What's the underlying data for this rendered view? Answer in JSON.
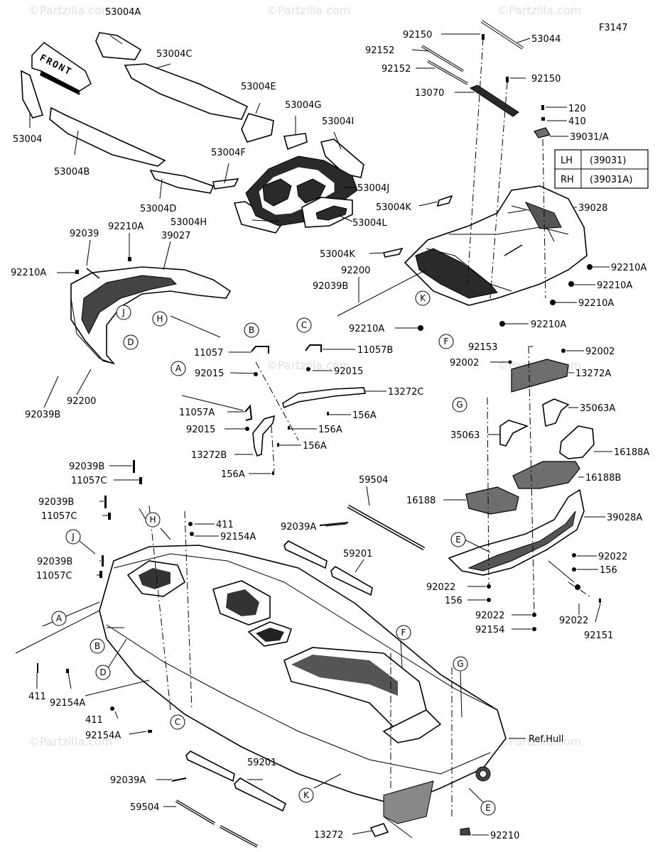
{
  "figure_code": "F3147",
  "front_arrow": "FRONT",
  "watermark": "©Partzilla.com",
  "side_table": {
    "rows": [
      {
        "side": "LH",
        "part": "(39031)"
      },
      {
        "side": "RH",
        "part": "(39031A)"
      }
    ]
  },
  "ref_hull": "Ref.Hull",
  "labels": {
    "p53004A": "53004A",
    "p53004C": "53004C",
    "p53004": "53004",
    "p53004B": "53004B",
    "p53004E": "53004E",
    "p53004G": "53004G",
    "p53004I": "53004I",
    "p53004F": "53004F",
    "p53004D": "53004D",
    "p53004J": "53004J",
    "p53004H": "53004H",
    "p53004L": "53004L",
    "p53004K_a": "53004K",
    "p53004K_b": "53004K",
    "p92150_a": "92150",
    "p53044": "53044",
    "p92152_a": "92152",
    "p92152_b": "92152",
    "p92150_b": "92150",
    "p13070": "13070",
    "p120": "120",
    "p410": "410",
    "p39031A": "39031/A",
    "p39028": "39028",
    "p92210A_r1": "92210A",
    "p92210A_r2": "92210A",
    "p92210A_r3": "92210A",
    "p92210A_r4": "92210A",
    "p92210A_c": "92210A",
    "p92200_c": "92200",
    "p92039B_c": "92039B",
    "p92039": "92039",
    "p92210A_l1": "92210A",
    "p39027": "39027",
    "p92210A_l2": "92210A",
    "p92200_l": "92200",
    "p92039B_l": "92039B",
    "p11057": "11057",
    "p92015_a": "92015",
    "p11057B": "11057B",
    "p92015_b": "92015",
    "p13272C": "13272C",
    "p11057A": "11057A",
    "p92015_c": "92015",
    "p156A_a": "156A",
    "p156A_b": "156A",
    "p13272B": "13272B",
    "p156A_c": "156A",
    "p156A_d": "156A",
    "p92153": "92153",
    "p92002_a": "92002",
    "p92002_b": "92002",
    "p13272A": "13272A",
    "p35063A": "35063A",
    "p35063": "35063",
    "p16188A": "16188A",
    "p16188B": "16188B",
    "p16188": "16188",
    "p39028A": "39028A",
    "p92022_a": "92022",
    "p156_a": "156",
    "p92022_b": "92022",
    "p156_b": "156",
    "p92022_c": "92022",
    "p92154": "92154",
    "p92022_d": "92022",
    "p92151": "92151",
    "p59504_t": "59504",
    "p92039A_t": "92039A",
    "p59201_t": "59201",
    "p92039B_h1": "92039B",
    "p11057C_h1": "11057C",
    "p92039B_h2": "92039B",
    "p11057C_h2": "11057C",
    "p411_a": "411",
    "p92154A_a": "92154A",
    "p92039B_h3": "92039B",
    "p11057C_h3": "11057C",
    "p411_b": "411",
    "p92154A_b": "92154A",
    "p411_c": "411",
    "p92154A_c": "92154A",
    "p92039A_b": "92039A",
    "p59201_b": "59201",
    "p59504_b": "59504",
    "p13272": "13272",
    "p92210": "92210"
  },
  "callouts": {
    "A1": "A",
    "A2": "A",
    "B1": "B",
    "B2": "B",
    "C1": "C",
    "C2": "C",
    "D1": "D",
    "D2": "D",
    "E1": "E",
    "E2": "E",
    "F1": "F",
    "F2": "F",
    "G1": "G",
    "G2": "G",
    "H1": "H",
    "H2": "H",
    "J1": "J",
    "J2": "J",
    "K1": "K",
    "K2": "K"
  }
}
